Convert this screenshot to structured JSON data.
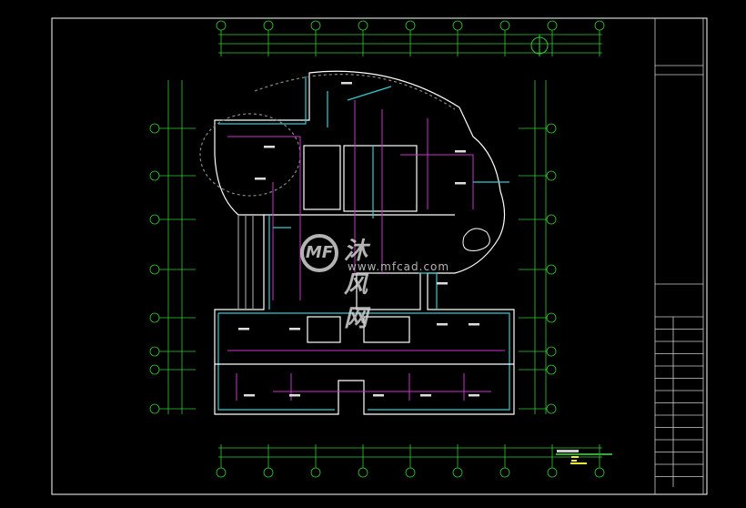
{
  "drawing": {
    "type": "architectural floor plan (CAD)",
    "background": "#000000",
    "colors": {
      "frame": "#ffffff",
      "grid": "#33cc33",
      "walls": "#ffffff",
      "pipes": "#cc33cc",
      "ducts": "#33cccc",
      "yellow_text": "#ffff33"
    }
  },
  "watermark": {
    "logo": "MF",
    "name": "沐风网",
    "url": "www.mfcad.com"
  }
}
